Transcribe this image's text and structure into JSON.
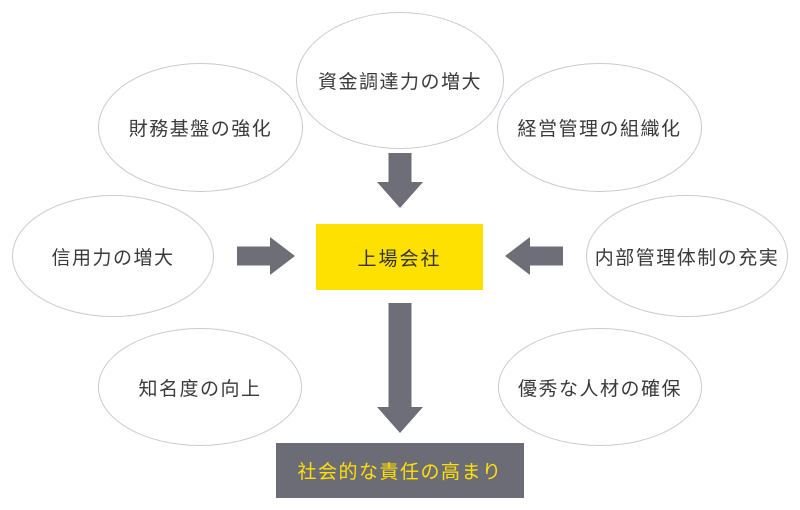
{
  "diagram": {
    "center": {
      "label": "上場会社"
    },
    "result": {
      "label": "社会的な責任の高まり"
    },
    "benefits": [
      {
        "position": "top-center",
        "label": "資金調達力の増大"
      },
      {
        "position": "top-left",
        "label": "財務基盤の強化"
      },
      {
        "position": "top-right",
        "label": "経営管理の組織化"
      },
      {
        "position": "mid-left",
        "label": "信用力の増大"
      },
      {
        "position": "mid-right",
        "label": "内部管理体制の充実"
      },
      {
        "position": "bottom-left",
        "label": "知名度の向上"
      },
      {
        "position": "bottom-right",
        "label": "優秀な人材の確保"
      }
    ],
    "arrows": [
      {
        "name": "arrow-down-icon",
        "direction": "down",
        "from": "資金調達力の増大",
        "to": "上場会社"
      },
      {
        "name": "arrow-right-icon",
        "direction": "right",
        "from": "信用力の増大",
        "to": "上場会社"
      },
      {
        "name": "arrow-left-icon",
        "direction": "left",
        "from": "内部管理体制の充実",
        "to": "上場会社"
      },
      {
        "name": "arrow-down-long-icon",
        "direction": "down",
        "from": "上場会社",
        "to": "社会的な責任の高まり"
      }
    ],
    "colors": {
      "accent_yellow": "#ffe100",
      "result_box_gray": "#6c6c77",
      "arrow_gray": "#6e6e79",
      "ellipse_border": "#c9cad5",
      "text_dark": "#3a3a3a",
      "background": "#ffffff"
    }
  }
}
